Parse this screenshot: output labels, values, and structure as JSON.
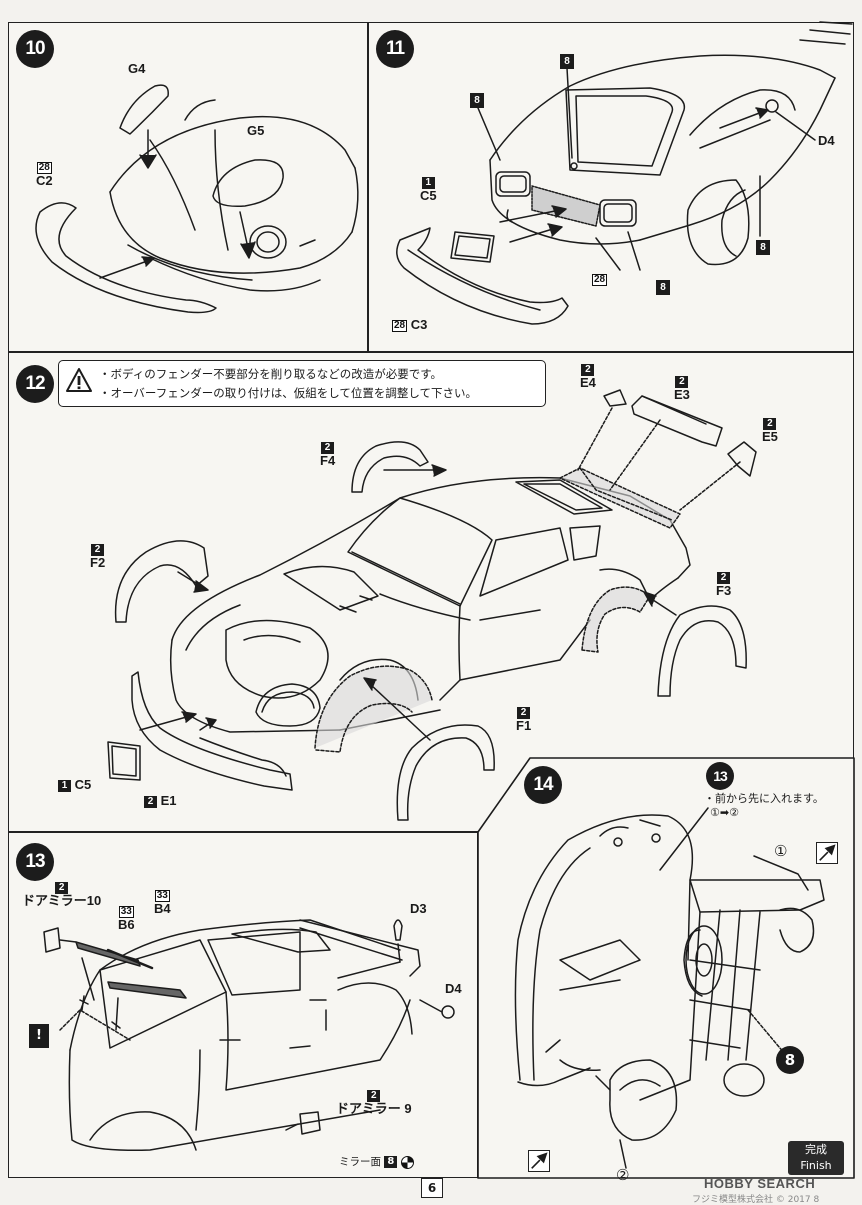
{
  "page_number": "6",
  "finish": {
    "ja": "完成",
    "en": "Finish"
  },
  "watermark": "HOBBY SEARCH",
  "footer_company": "フジミ模型株式会社 © 2017 8",
  "steps": {
    "s10": {
      "number": "10",
      "parts": {
        "g4": {
          "name": "G4"
        },
        "g5": {
          "name": "G5"
        },
        "c2": {
          "qty": "28",
          "name": "C2"
        }
      }
    },
    "s11": {
      "number": "11",
      "tag": "8",
      "parts": {
        "c5": {
          "qty": "1",
          "name": "C5"
        },
        "c3": {
          "qty": "28",
          "name": "C3"
        },
        "d4": {
          "name": "D4"
        },
        "tag28": "28"
      }
    },
    "s12": {
      "number": "12",
      "notes": [
        "・ボディのフェンダー不要部分を削り取るなどの改造が必要です。",
        "・オーバーフェンダーの取り付けは、仮組をして位置を調整して下さい。"
      ],
      "parts": {
        "e4": {
          "qty": "2",
          "name": "E4"
        },
        "e3": {
          "qty": "2",
          "name": "E3"
        },
        "e5": {
          "qty": "2",
          "name": "E5"
        },
        "f4": {
          "qty": "2",
          "name": "F4"
        },
        "f2": {
          "qty": "2",
          "name": "F2"
        },
        "f3": {
          "qty": "2",
          "name": "F3"
        },
        "f1": {
          "qty": "2",
          "name": "F1"
        },
        "c5": {
          "qty": "1",
          "name": "C5"
        },
        "e1": {
          "qty": "2",
          "name": "E1"
        }
      }
    },
    "s13": {
      "number": "13",
      "parts": {
        "mirror10": {
          "qty": "2",
          "name": "ドアミラー10"
        },
        "b6": {
          "qty": "33",
          "name": "B6"
        },
        "b4": {
          "qty": "33",
          "name": "B4"
        },
        "d3": {
          "name": "D3"
        },
        "d4": {
          "name": "D4"
        },
        "mirror9": {
          "qty": "2",
          "name": "ドアミラー 9"
        }
      },
      "mirror_face": {
        "label": "ミラー面",
        "tag": "8"
      },
      "warning_mark": "!"
    },
    "s14": {
      "number": "14",
      "ref_step": "13",
      "note": "・前から先に入れます。",
      "order": "①➡②",
      "marker1": "①",
      "marker2": "②",
      "body_color_tag": "8"
    }
  }
}
